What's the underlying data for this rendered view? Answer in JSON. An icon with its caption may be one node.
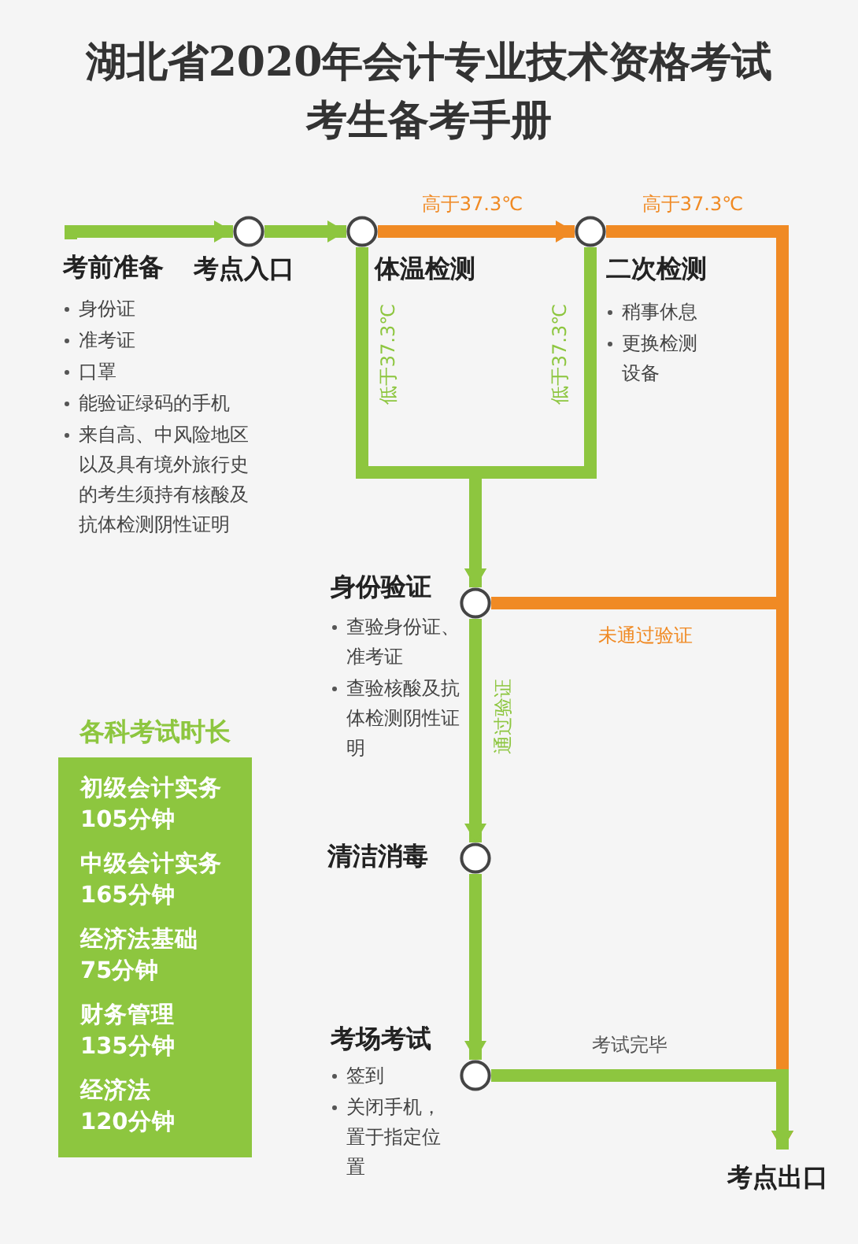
{
  "diagram": {
    "title": "湖北省2020年会计专业技术资格考试考生备考手册",
    "nodes": [
      {
        "text": [
          "考前准备",
          "身份证",
          "准考证",
          "口罩",
          "能验证绿码的手机",
          "来自高、中风险地区以及具有境外旅行史的考生须持有核酸及抗体检测阴性证明"
        ]
      },
      {
        "text": [],
        "shape": "circle",
        "beside": [
          "考点入口"
        ]
      },
      {
        "text": [],
        "shape": "circle",
        "beside": [
          "体温检测"
        ]
      },
      {
        "text": [],
        "shape": "circle",
        "beside": [
          "二次检测",
          "稍事休息",
          "更换检测设备"
        ]
      },
      {
        "text": [],
        "shape": "circle",
        "beside": [
          "身份验证",
          "查验身份证、准考证",
          "查验核酸及抗体检测阴性证明"
        ]
      },
      {
        "text": [],
        "shape": "circle",
        "beside": [
          "清洁消毒"
        ]
      },
      {
        "text": [],
        "shape": "circle",
        "beside": [
          "考场考试",
          "签到",
          "关闭手机，置于指定位置"
        ]
      },
      {
        "text": [
          "考点出口"
        ]
      },
      {
        "text": [
          "各科考试时长",
          "初级会计实务",
          "105分钟",
          "中级会计实务",
          "165分钟",
          "经济法基础",
          "75分钟",
          "财务管理",
          "135分钟",
          "经济法",
          "120分钟"
        ]
      }
    ],
    "edges": [
      {
        "from": 0,
        "to": 1,
        "arrow": "to"
      },
      {
        "from": 1,
        "to": 2,
        "arrow": "to"
      },
      {
        "from": 2,
        "to": 3,
        "arrow": "to",
        "label": "高于37.3℃",
        "color": "#f08a24"
      },
      {
        "from": 3,
        "to": 7,
        "arrow": "to",
        "label": "高于37.3℃",
        "color": "#f08a24"
      },
      {
        "from": 2,
        "to": 4,
        "arrow": "to",
        "label": "低于37.3℃"
      },
      {
        "from": 3,
        "to": 4,
        "arrow": "to",
        "label": "低于37.3℃"
      },
      {
        "from": 4,
        "to": 7,
        "arrow": "to",
        "label": "未通过验证",
        "color": "#f08a24"
      },
      {
        "from": 4,
        "to": 5,
        "arrow": "to",
        "label": "通过验证"
      },
      {
        "from": 5,
        "to": 6,
        "arrow": "to"
      },
      {
        "from": 6,
        "to": 7,
        "arrow": "to",
        "label": "考试完毕"
      }
    ]
  }
}
